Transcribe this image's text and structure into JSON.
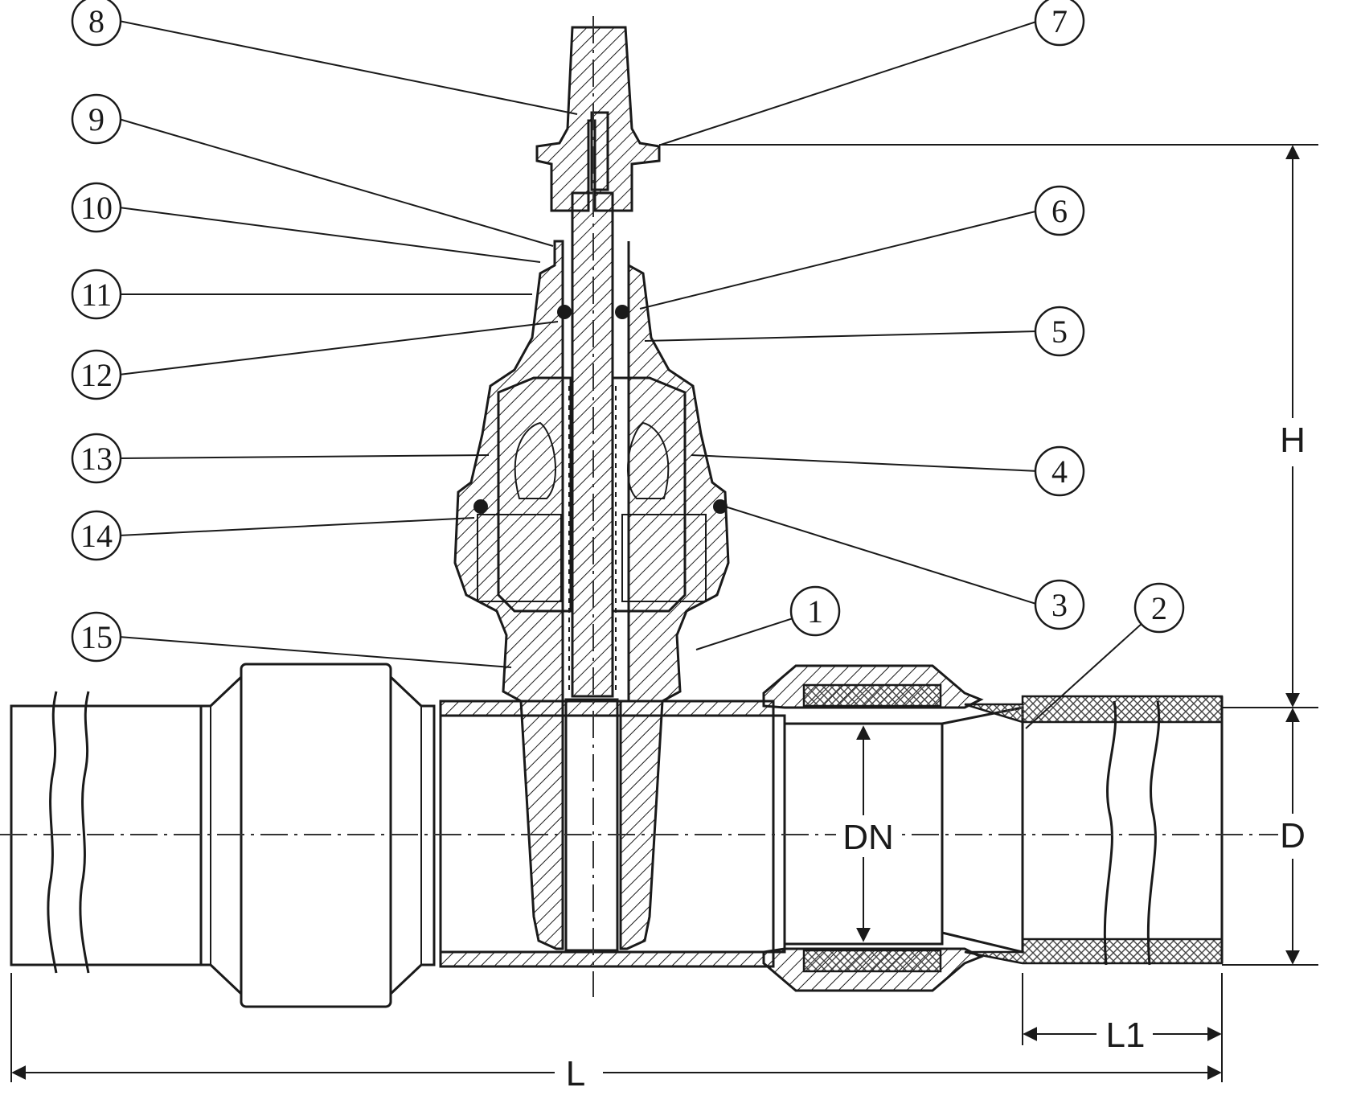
{
  "callouts": [
    {
      "number": "1"
    },
    {
      "number": "2"
    },
    {
      "number": "3"
    },
    {
      "number": "4"
    },
    {
      "number": "5"
    },
    {
      "number": "6"
    },
    {
      "number": "7"
    },
    {
      "number": "8"
    },
    {
      "number": "9"
    },
    {
      "number": "10"
    },
    {
      "number": "11"
    },
    {
      "number": "12"
    },
    {
      "number": "13"
    },
    {
      "number": "14"
    },
    {
      "number": "15"
    }
  ],
  "dimensions": {
    "height": "H",
    "diameter": "D",
    "nominal": "DN",
    "length": "L",
    "spigot_length": "L1"
  },
  "colors": {
    "line": "#1a1a1a",
    "background": "#ffffff"
  }
}
